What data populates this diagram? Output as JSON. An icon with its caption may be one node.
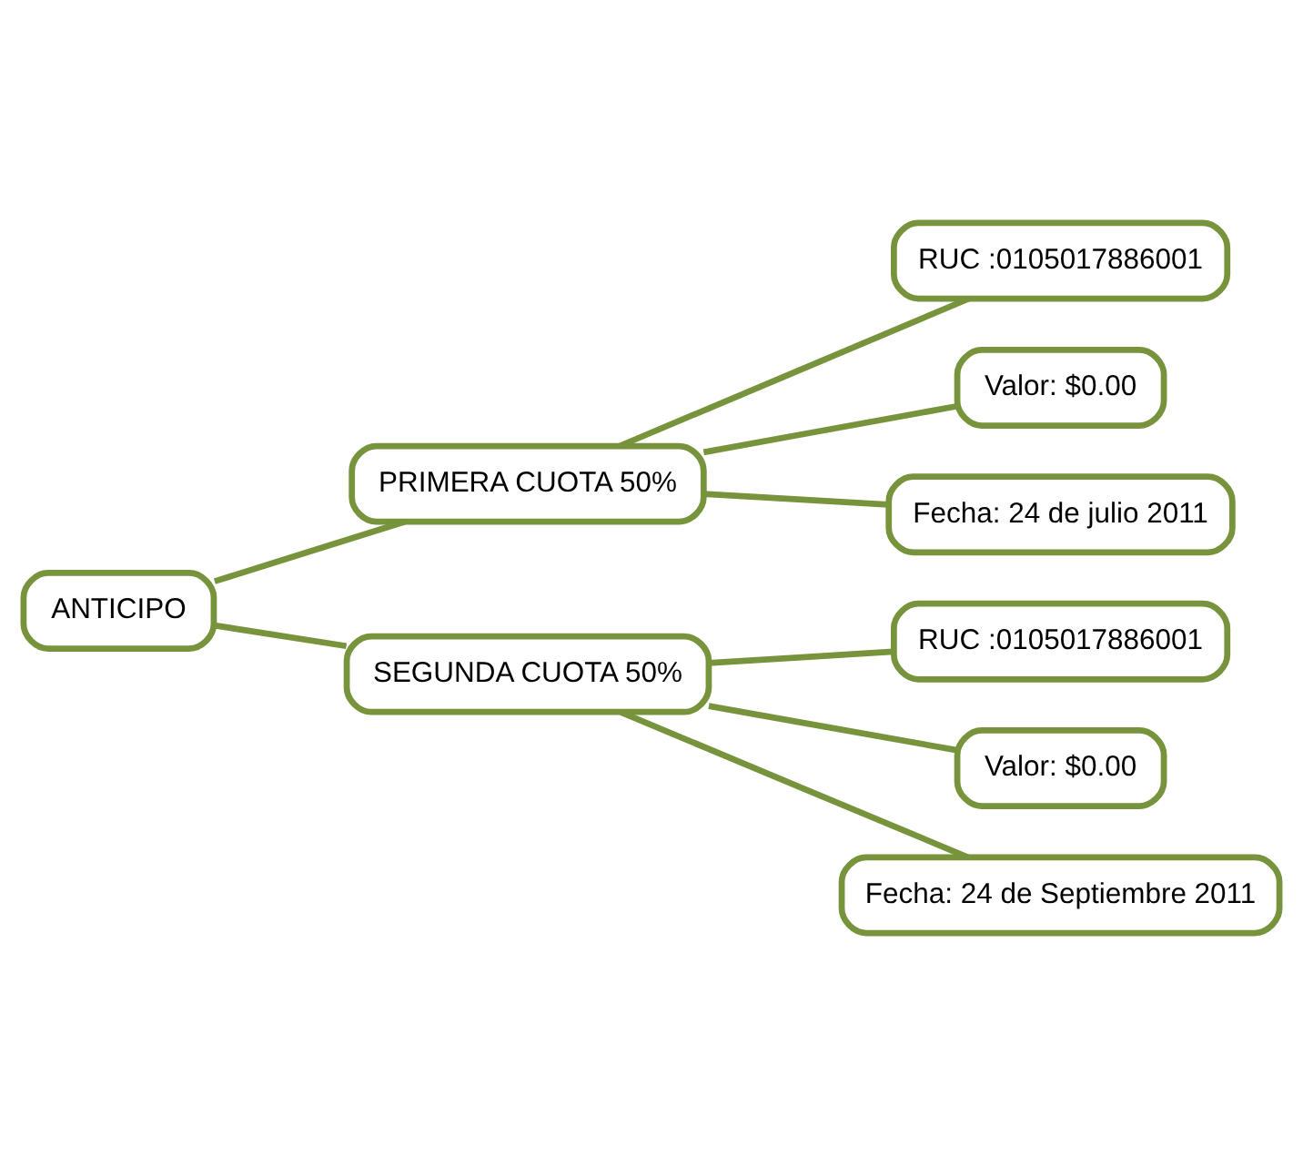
{
  "diagram": {
    "nodes": [
      {
        "text": [
          "ANTICIPO"
        ]
      },
      {
        "text": [
          "PRIMERA CUOTA 50%"
        ]
      },
      {
        "text": [
          "RUC :0105017886001"
        ]
      },
      {
        "text": [
          "Valor: $0.00"
        ]
      },
      {
        "text": [
          "Fecha: 24 de julio 2011"
        ]
      },
      {
        "text": [
          "SEGUNDA CUOTA 50%"
        ]
      },
      {
        "text": [
          "RUC :0105017886001"
        ]
      },
      {
        "text": [
          "Valor: $0.00"
        ]
      },
      {
        "text": [
          "Fecha: 24 de Septiembre 2011"
        ]
      }
    ],
    "edges": [
      {
        "from": 0,
        "to": 1,
        "arrow": "none"
      },
      {
        "from": 0,
        "to": 5,
        "arrow": "none"
      },
      {
        "from": 1,
        "to": 2,
        "arrow": "none"
      },
      {
        "from": 1,
        "to": 3,
        "arrow": "none"
      },
      {
        "from": 1,
        "to": 4,
        "arrow": "none"
      },
      {
        "from": 5,
        "to": 6,
        "arrow": "none"
      },
      {
        "from": 5,
        "to": 7,
        "arrow": "none"
      },
      {
        "from": 5,
        "to": 8,
        "arrow": "none"
      }
    ]
  }
}
